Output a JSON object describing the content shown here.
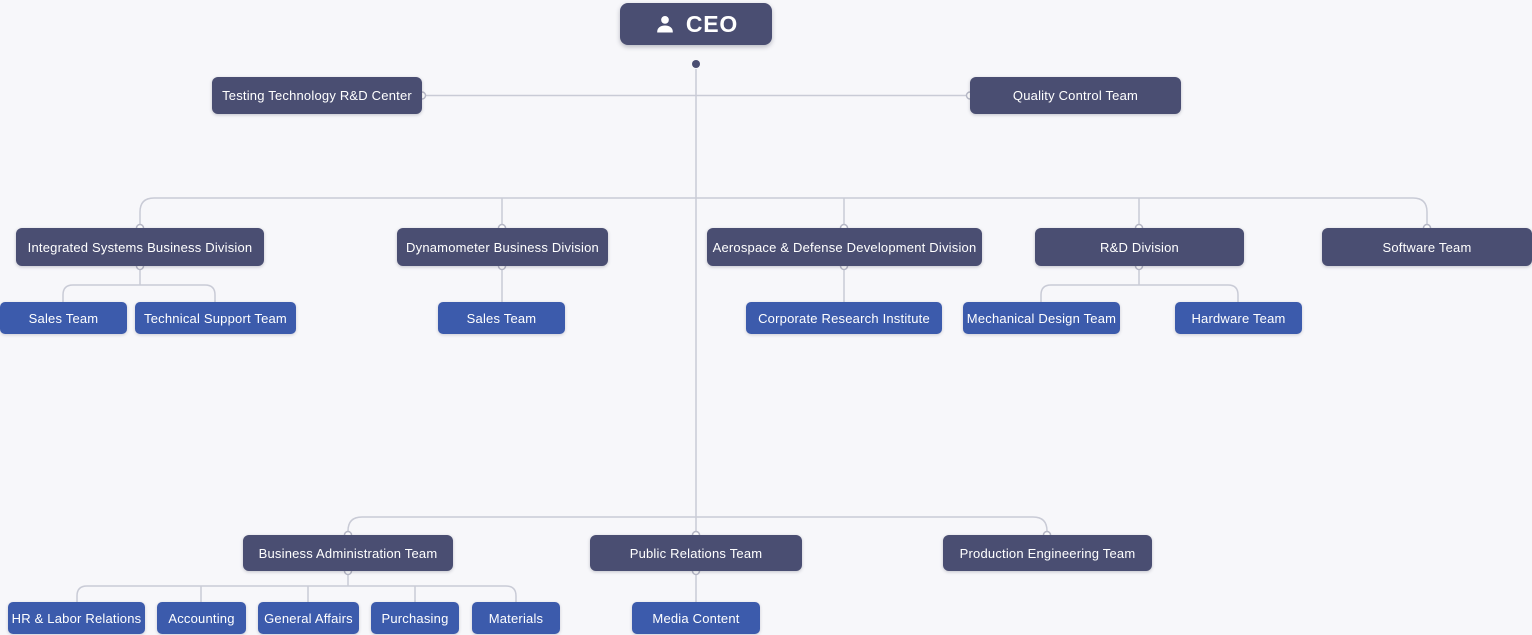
{
  "org": {
    "ceo": {
      "label": "CEO"
    },
    "staff": [
      {
        "label": "Testing Technology R&D Center"
      },
      {
        "label": "Quality Control Team"
      }
    ],
    "level1": [
      {
        "label": "Integrated Systems Business Division",
        "children": [
          "Sales Team",
          "Technical Support Team"
        ]
      },
      {
        "label": "Dynamometer Business Division",
        "children": [
          "Sales Team"
        ]
      },
      {
        "label": "Aerospace & Defense Development Division",
        "children": [
          "Corporate Research Institute"
        ]
      },
      {
        "label": "R&D Division",
        "children": [
          "Mechanical Design Team",
          "Hardware Team"
        ]
      },
      {
        "label": "Software Team",
        "children": []
      }
    ],
    "level2": [
      {
        "label": "Business Administration Team",
        "children": [
          "HR & Labor Relations",
          "Accounting",
          "General Affairs",
          "Purchasing",
          "Materials"
        ]
      },
      {
        "label": "Public Relations Team",
        "children": [
          "Media Content"
        ]
      },
      {
        "label": "Production Engineering Team",
        "children": []
      }
    ]
  },
  "icons": {
    "ceo_icon": "person-icon"
  },
  "colors": {
    "node_dark": "#4a4e72",
    "node_accent_blue": "#3c5bac",
    "connector_line": "#c9cbd6",
    "background": "#f7f7fa",
    "node_text": "#ffffff"
  }
}
